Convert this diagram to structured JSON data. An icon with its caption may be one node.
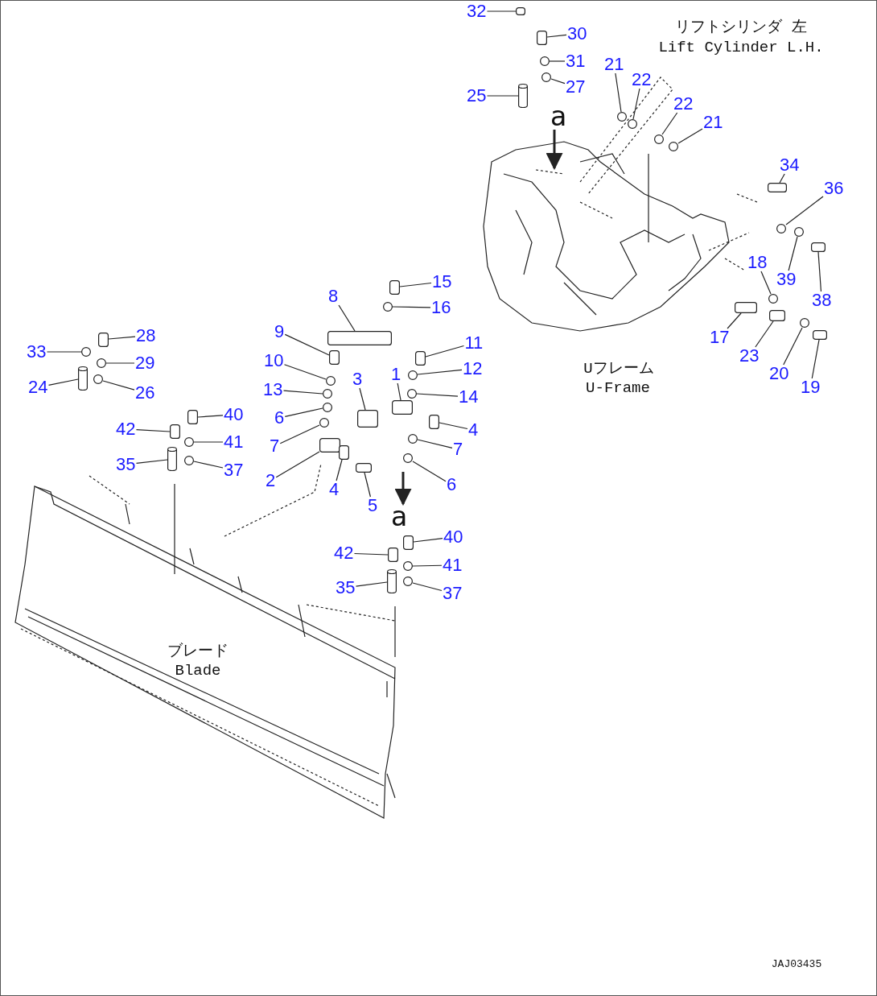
{
  "diagram": {
    "nodes": [
      {
        "text": [
          "32"
        ]
      },
      {
        "text": [
          "30"
        ]
      },
      {
        "text": [
          "31"
        ]
      },
      {
        "text": [
          "21"
        ]
      },
      {
        "text": [
          "22"
        ]
      },
      {
        "text": [
          "27"
        ]
      },
      {
        "text": [
          "25"
        ]
      },
      {
        "text": [
          "22"
        ]
      },
      {
        "text": [
          "21"
        ]
      },
      {
        "text": [
          "34"
        ]
      },
      {
        "text": [
          "36"
        ]
      },
      {
        "text": [
          "18"
        ]
      },
      {
        "text": [
          "39"
        ]
      },
      {
        "text": [
          "15"
        ]
      },
      {
        "text": [
          "8"
        ]
      },
      {
        "text": [
          "38"
        ]
      },
      {
        "text": [
          "16"
        ]
      },
      {
        "text": [
          "9"
        ]
      },
      {
        "text": [
          "28"
        ]
      },
      {
        "text": [
          "11"
        ]
      },
      {
        "text": [
          "17"
        ]
      },
      {
        "text": [
          "33"
        ]
      },
      {
        "text": [
          "10"
        ]
      },
      {
        "text": [
          "23"
        ]
      },
      {
        "text": [
          "29"
        ]
      },
      {
        "text": [
          "12"
        ]
      },
      {
        "text": [
          "3"
        ]
      },
      {
        "text": [
          "20"
        ]
      },
      {
        "text": [
          "1"
        ]
      },
      {
        "text": [
          "13"
        ]
      },
      {
        "text": [
          "24"
        ]
      },
      {
        "text": [
          "19"
        ]
      },
      {
        "text": [
          "26"
        ]
      },
      {
        "text": [
          "14"
        ]
      },
      {
        "text": [
          "40"
        ]
      },
      {
        "text": [
          "6"
        ]
      },
      {
        "text": [
          "42"
        ]
      },
      {
        "text": [
          "4"
        ]
      },
      {
        "text": [
          "41"
        ]
      },
      {
        "text": [
          "7"
        ]
      },
      {
        "text": [
          "7"
        ]
      },
      {
        "text": [
          "35"
        ]
      },
      {
        "text": [
          "37"
        ]
      },
      {
        "text": [
          "2"
        ]
      },
      {
        "text": [
          "6"
        ]
      },
      {
        "text": [
          "4"
        ]
      },
      {
        "text": [
          "5"
        ]
      },
      {
        "text": [
          "40"
        ]
      },
      {
        "text": [
          "42"
        ]
      },
      {
        "text": [
          "41"
        ]
      },
      {
        "text": [
          "35"
        ]
      },
      {
        "text": [
          "37"
        ]
      },
      {
        "text": [],
        "shape": "box"
      },
      {
        "text": [],
        "shape": "box"
      },
      {
        "text": [],
        "shape": "circle"
      },
      {
        "text": [],
        "shape": "circle"
      },
      {
        "text": [],
        "shape": "circle"
      },
      {
        "text": [],
        "shape": "circle"
      },
      {
        "text": [],
        "shape": "cylinder"
      },
      {
        "text": [],
        "shape": "circle"
      },
      {
        "text": [],
        "shape": "circle"
      },
      {
        "text": [],
        "shape": "box"
      },
      {
        "text": [],
        "shape": "circle"
      },
      {
        "text": [],
        "shape": "circle"
      },
      {
        "text": [],
        "shape": "circle"
      },
      {
        "text": [],
        "shape": "box"
      },
      {
        "text": [],
        "shape": "box"
      },
      {
        "text": [],
        "shape": "box"
      },
      {
        "text": [],
        "shape": "circle"
      },
      {
        "text": [],
        "shape": "box"
      },
      {
        "text": [],
        "shape": "box"
      },
      {
        "text": [],
        "shape": "box"
      },
      {
        "text": [],
        "shape": "box"
      },
      {
        "text": [],
        "shape": "circle"
      },
      {
        "text": [],
        "shape": "circle"
      },
      {
        "text": [],
        "shape": "box"
      },
      {
        "text": [],
        "shape": "circle"
      },
      {
        "text": [],
        "shape": "circle"
      },
      {
        "text": [],
        "shape": "box"
      },
      {
        "text": [],
        "shape": "circle"
      },
      {
        "text": [],
        "shape": "box"
      },
      {
        "text": [],
        "shape": "circle"
      },
      {
        "text": [],
        "shape": "cylinder"
      },
      {
        "text": [],
        "shape": "box"
      },
      {
        "text": [],
        "shape": "circle"
      },
      {
        "text": [],
        "shape": "circle"
      },
      {
        "text": [],
        "shape": "box"
      },
      {
        "text": [],
        "shape": "circle"
      },
      {
        "text": [],
        "shape": "box"
      },
      {
        "text": [],
        "shape": "box"
      },
      {
        "text": [],
        "shape": "circle"
      },
      {
        "text": [],
        "shape": "circle"
      },
      {
        "text": [],
        "shape": "circle"
      },
      {
        "text": [],
        "shape": "cylinder"
      },
      {
        "text": [],
        "shape": "circle"
      },
      {
        "text": [],
        "shape": "box"
      },
      {
        "text": [],
        "shape": "circle"
      },
      {
        "text": [],
        "shape": "box"
      },
      {
        "text": [],
        "shape": "box"
      },
      {
        "text": [],
        "shape": "box"
      },
      {
        "text": [],
        "shape": "box"
      },
      {
        "text": [],
        "shape": "circle"
      },
      {
        "text": [],
        "shape": "cylinder"
      },
      {
        "text": [],
        "shape": "circle"
      }
    ],
    "edges": [
      {
        "from": 0,
        "to": 52,
        "arrow": "none"
      },
      {
        "from": 1,
        "to": 53,
        "arrow": "none"
      },
      {
        "from": 2,
        "to": 54,
        "arrow": "none"
      },
      {
        "from": 3,
        "to": 55,
        "arrow": "none"
      },
      {
        "from": 4,
        "to": 56,
        "arrow": "none"
      },
      {
        "from": 5,
        "to": 57,
        "arrow": "none"
      },
      {
        "from": 6,
        "to": 58,
        "arrow": "none"
      },
      {
        "from": 7,
        "to": 59,
        "arrow": "none"
      },
      {
        "from": 8,
        "to": 60,
        "arrow": "none"
      },
      {
        "from": 9,
        "to": 61,
        "arrow": "none"
      },
      {
        "from": 10,
        "to": 62,
        "arrow": "none"
      },
      {
        "from": 11,
        "to": 63,
        "arrow": "none"
      },
      {
        "from": 12,
        "to": 64,
        "arrow": "none"
      },
      {
        "from": 13,
        "to": 65,
        "arrow": "none"
      },
      {
        "from": 14,
        "to": 66,
        "arrow": "none"
      },
      {
        "from": 15,
        "to": 67,
        "arrow": "none"
      },
      {
        "from": 16,
        "to": 68,
        "arrow": "none"
      },
      {
        "from": 17,
        "to": 69,
        "arrow": "none"
      },
      {
        "from": 18,
        "to": 70,
        "arrow": "none"
      },
      {
        "from": 19,
        "to": 71,
        "arrow": "none"
      },
      {
        "from": 20,
        "to": 72,
        "arrow": "none"
      },
      {
        "from": 21,
        "to": 73,
        "arrow": "none"
      },
      {
        "from": 22,
        "to": 74,
        "arrow": "none"
      },
      {
        "from": 23,
        "to": 75,
        "arrow": "none"
      },
      {
        "from": 24,
        "to": 76,
        "arrow": "none"
      },
      {
        "from": 25,
        "to": 77,
        "arrow": "none"
      },
      {
        "from": 26,
        "to": 78,
        "arrow": "none"
      },
      {
        "from": 27,
        "to": 79,
        "arrow": "none"
      },
      {
        "from": 28,
        "to": 80,
        "arrow": "none"
      },
      {
        "from": 29,
        "to": 81,
        "arrow": "none"
      },
      {
        "from": 30,
        "to": 82,
        "arrow": "none"
      },
      {
        "from": 31,
        "to": 83,
        "arrow": "none"
      },
      {
        "from": 32,
        "to": 84,
        "arrow": "none"
      },
      {
        "from": 33,
        "to": 85,
        "arrow": "none"
      },
      {
        "from": 34,
        "to": 86,
        "arrow": "none"
      },
      {
        "from": 35,
        "to": 87,
        "arrow": "none"
      },
      {
        "from": 36,
        "to": 88,
        "arrow": "none"
      },
      {
        "from": 37,
        "to": 89,
        "arrow": "none"
      },
      {
        "from": 38,
        "to": 90,
        "arrow": "none"
      },
      {
        "from": 39,
        "to": 91,
        "arrow": "none"
      },
      {
        "from": 40,
        "to": 92,
        "arrow": "none"
      },
      {
        "from": 41,
        "to": 93,
        "arrow": "none"
      },
      {
        "from": 42,
        "to": 94,
        "arrow": "none"
      },
      {
        "from": 43,
        "to": 95,
        "arrow": "none"
      },
      {
        "from": 44,
        "to": 96,
        "arrow": "none"
      },
      {
        "from": 45,
        "to": 97,
        "arrow": "none"
      },
      {
        "from": 46,
        "to": 98,
        "arrow": "none"
      },
      {
        "from": 47,
        "to": 99,
        "arrow": "none"
      },
      {
        "from": 48,
        "to": 100,
        "arrow": "none"
      },
      {
        "from": 49,
        "to": 101,
        "arrow": "none"
      },
      {
        "from": 50,
        "to": 102,
        "arrow": "none"
      },
      {
        "from": 51,
        "to": 103,
        "arrow": "none"
      }
    ],
    "labels": [
      "リフトシリンダ 左",
      "Lift Cylinder L.H.",
      "Uフレーム",
      "U-Frame",
      "ブレード",
      "Blade",
      "a",
      "a",
      "JAJ03435"
    ]
  }
}
